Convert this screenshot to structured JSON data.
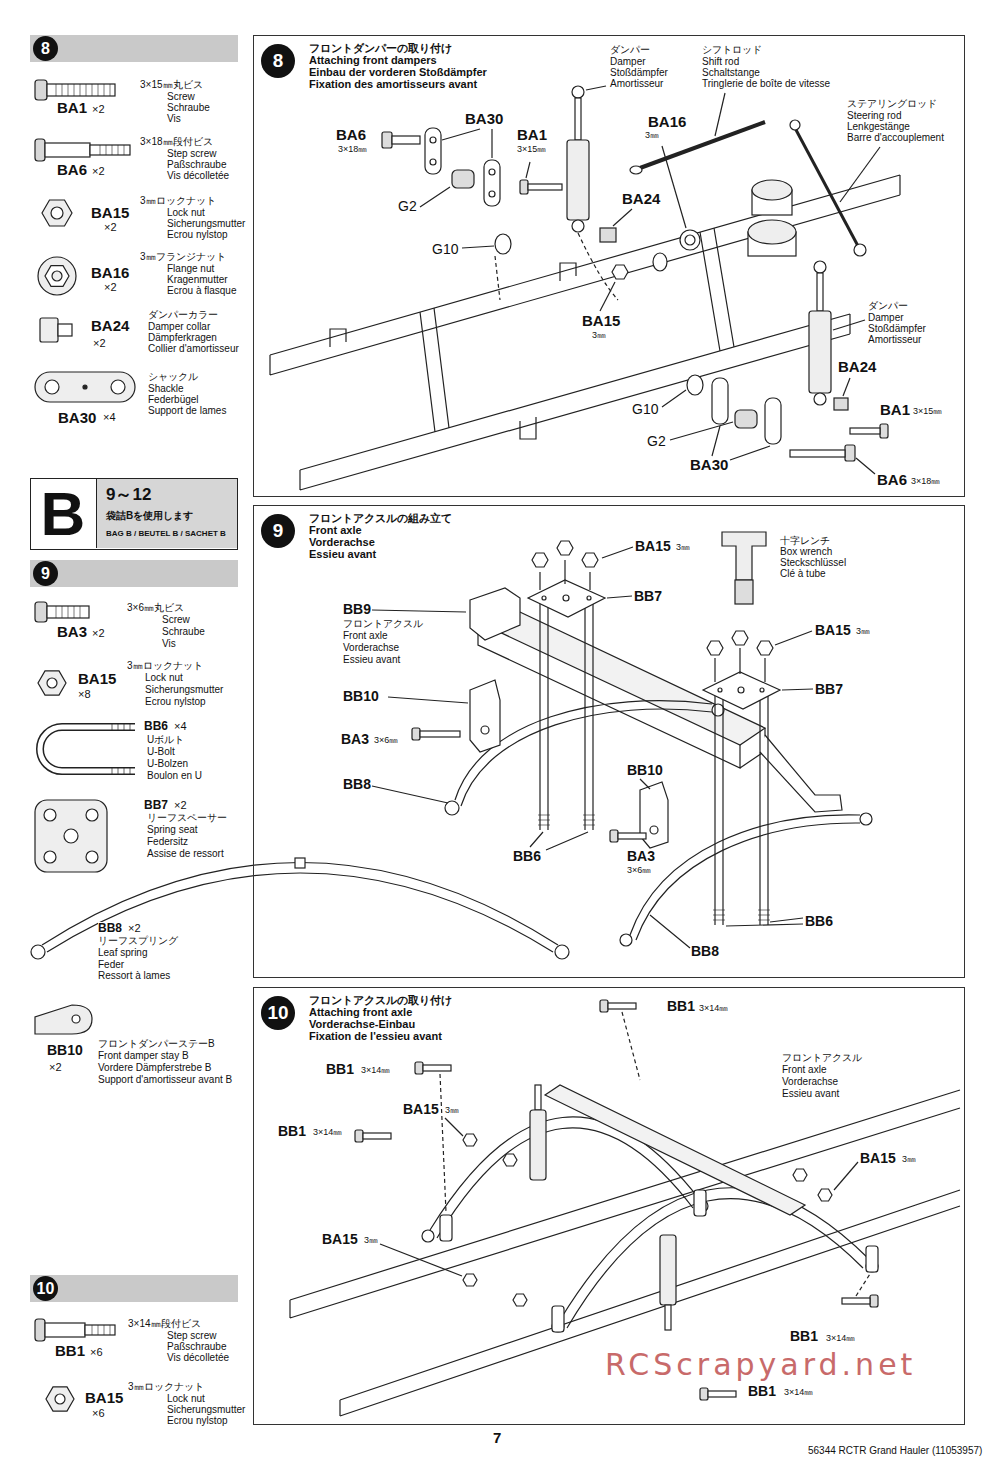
{
  "diagram": {
    "nodes": [
      {
        "text": [
          "8"
        ]
      },
      {
        "text": [
          "B"
        ]
      },
      {
        "text": [
          "9～12",
          "袋詰Bを使用します",
          "BAG B / BEUTEL B / SACHET B"
        ],
        "in": 1
      },
      {
        "text": [
          "9"
        ]
      },
      {
        "text": [
          "10"
        ]
      },
      {
        "text": [
          "フロントダンパーの取り付け",
          "Attaching front dampers",
          "Einbau der vorderen Stoßdämpfer",
          "Fixation des amortisseurs avant"
        ]
      },
      {
        "text": [
          "8"
        ],
        "in": 5
      },
      {
        "text": [
          "フロントアクスルの組み立て",
          "Front axle",
          "Vorderachse",
          "Essieu avant"
        ]
      },
      {
        "text": [
          "9"
        ],
        "in": 7
      },
      {
        "text": [
          "フロントアクスルの取り付け",
          "Attaching front axle",
          "Vorderachse-Einbau",
          "Fixation de l'essieu avant"
        ]
      },
      {
        "text": [
          "10"
        ],
        "in": 9
      }
    ],
    "labels": [
      "BA1",
      "×2",
      "3×15㎜丸ビス",
      "Screw",
      "Schraube",
      "Vis",
      "BA6",
      "×2",
      "3×18㎜段付ビス",
      "Step screw",
      "Paßschraube",
      "Vis décolletée",
      "BA15",
      "×2",
      "3㎜ロックナット",
      "Lock nut",
      "Sicherungsmutter",
      "Ecrou nylstop",
      "BA16",
      "×2",
      "3㎜フランジナット",
      "Flange nut",
      "Kragenmutter",
      "Ecrou à flasque",
      "BA24",
      "×2",
      "ダンパーカラー",
      "Damper collar",
      "Dämpferkragen",
      "Collier d'amortisseur",
      "BA30",
      "×4",
      "シャックル",
      "Shackle",
      "Federbügel",
      "Support de lames",
      "BA3",
      "×2",
      "3×6㎜丸ビス",
      "Screw",
      "Schraube",
      "Vis",
      "BA15",
      "×8",
      "3㎜ロックナット",
      "Lock nut",
      "Sicherungsmutter",
      "Ecrou nylstop",
      "BB6",
      "×4",
      "Uボルト",
      "U-Bolt",
      "U-Bolzen",
      "Boulon en U",
      "BB7",
      "×2",
      "リーフスペーサー",
      "Spring seat",
      "Federsitz",
      "Assise de ressort",
      "BB8",
      "×2",
      "リーフスプリング",
      "Leaf spring",
      "Feder",
      "Ressort à lames",
      "BB10",
      "×2",
      "フロントダンパーステーB",
      "Front damper stay B",
      "Vordere Dämpferstrebe B",
      "Support d'amortisseur avant B",
      "BB1",
      "×6",
      "3×14㎜段付ビス",
      "Step screw",
      "Paßschraube",
      "Vis décolletée",
      "BA15",
      "×6",
      "3㎜ロックナット",
      "Lock nut",
      "Sicherungsmutter",
      "Ecrou nylstop",
      "ダンパー",
      "Damper",
      "Stoßdämpfer",
      "Amortisseur",
      "シフトロッド",
      "Shift rod",
      "Schaltstange",
      "Tringlerie de boîte de vitesse",
      "ステアリングロッド",
      "Steering rod",
      "Lenkgestänge",
      "Barre d'accouplement",
      "BA30",
      "BA6",
      "3×18㎜",
      "BA1",
      "3×15㎜",
      "BA16",
      "3㎜",
      "G2",
      "BA24",
      "G10",
      "BA15",
      "3㎜",
      "ダンパー",
      "Damper",
      "Stoßdämpfer",
      "Amortisseur",
      "BA24",
      "BA1",
      "3×15㎜",
      "G10",
      "G2",
      "BA30",
      "BA6",
      "3×18㎜",
      "BA15",
      "3㎜",
      "BB7",
      "十字レンチ",
      "Box wrench",
      "Steckschlüssel",
      "Clé à tube",
      "BA15",
      "3㎜",
      "BB9",
      "フロントアクスル",
      "Front axle",
      "Vorderachse",
      "Essieu avant",
      "BB7",
      "BB10",
      "BA3",
      "3×6㎜",
      "BB8",
      "BB10",
      "BB6",
      "BA3",
      "3×6㎜",
      "BB6",
      "BB8",
      "BB1",
      "3×14㎜",
      "フロントアクスル",
      "Front axle",
      "Vorderachse",
      "Essieu avant",
      "BB1",
      "3×14㎜",
      "BA15",
      "3㎜",
      "BB1",
      "3×14㎜",
      "BA15",
      "3㎜",
      "BA15",
      "3㎜",
      "BB1",
      "3×14㎜",
      "BB1",
      "3×14㎜",
      "7",
      "56344 RCTR Grand Hauler (11053957)",
      "RCScrapyard.net"
    ]
  }
}
